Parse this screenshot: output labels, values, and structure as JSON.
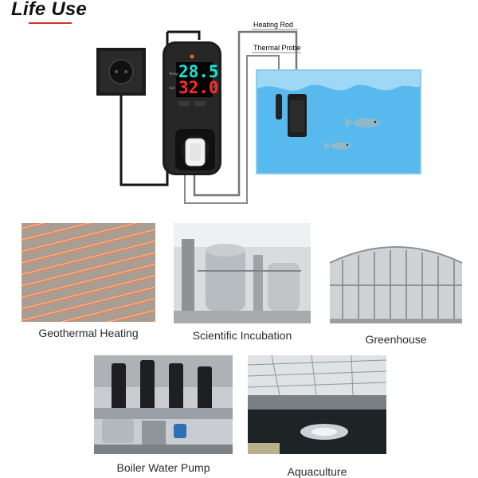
{
  "title": "Life Use",
  "diagram": {
    "heating_rod_label": "Heating Rod",
    "thermal_probe_label": "Thermal Probe",
    "display_top": "28.5",
    "display_bottom": "32.0",
    "display_top_color": "#19e3d2",
    "display_bottom_color": "#ff2a2a"
  },
  "applications": [
    {
      "label": "Geothermal Heating"
    },
    {
      "label": "Scientific Incubation"
    },
    {
      "label": "Greenhouse"
    },
    {
      "label": "Boiler Water Pump"
    },
    {
      "label": "Aquaculture"
    }
  ],
  "colors": {
    "accent": "#d8322c",
    "water": "#3aa7e6"
  }
}
